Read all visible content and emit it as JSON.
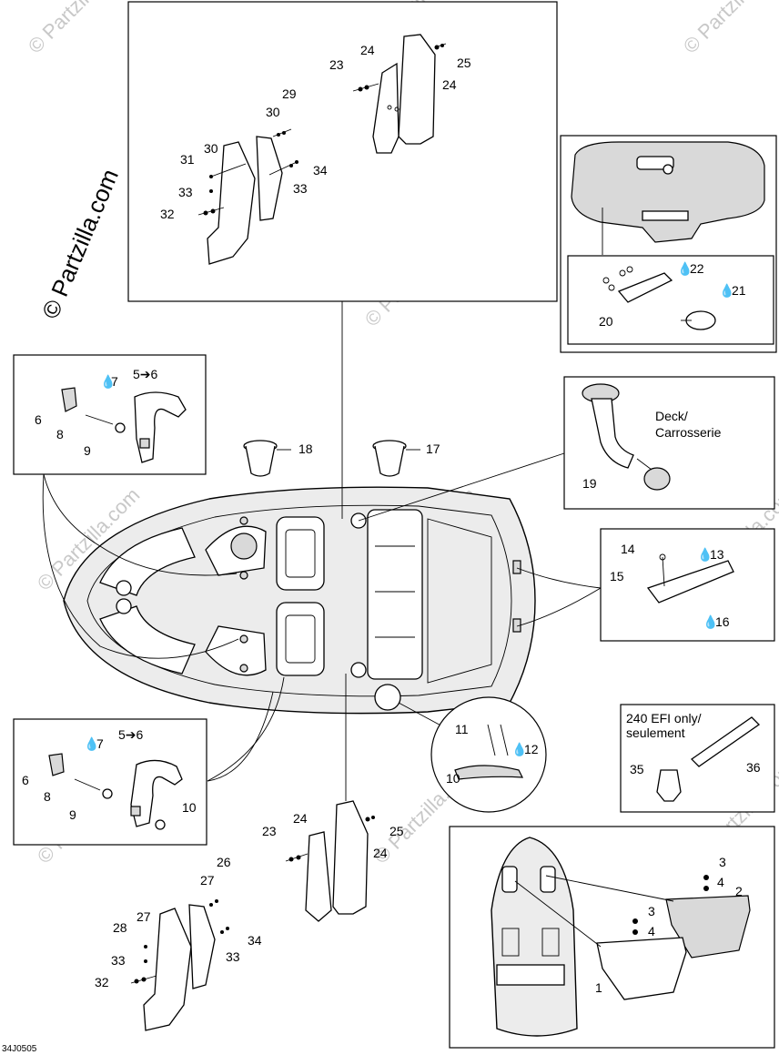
{
  "watermark": {
    "text": "© Partzilla.com",
    "ghost": "© Partzilla.com"
  },
  "footer_code": "34J0505",
  "drop_symbol": "💧",
  "labels": {
    "l1": "1",
    "l2": "2",
    "l3": "3",
    "l3b": "3",
    "l4": "4",
    "l4b": "4",
    "l5a": "5➔6",
    "l5b": "5➔6",
    "l6a": "6",
    "l6b": "6",
    "l7a": "7",
    "l7b": "7",
    "l8a": "8",
    "l8b": "8",
    "l9a": "9",
    "l9b": "9",
    "l10a": "10",
    "l10b": "10",
    "l11": "11",
    "l12": "12",
    "l13": "13",
    "l14": "14",
    "l15": "15",
    "l16": "16",
    "l17": "17",
    "l18": "18",
    "l19": "19",
    "l20": "20",
    "l21": "21",
    "l22": "22",
    "l23a": "23",
    "l23b": "23",
    "l24a": "24",
    "l24b": "24",
    "l24c": "24",
    "l24d": "24",
    "l25a": "25",
    "l25b": "25",
    "l26": "26",
    "l27a": "27",
    "l27b": "27",
    "l28": "28",
    "l29": "29",
    "l30a": "30",
    "l30b": "30",
    "l31": "31",
    "l32a": "32",
    "l32b": "32",
    "l33a": "33",
    "l33b": "33",
    "l33c": "33",
    "l33d": "33",
    "l34a": "34",
    "l34b": "34",
    "l35": "35",
    "l36": "36"
  },
  "deck_note": {
    "line1": "Deck/",
    "line2": "Carrosserie"
  },
  "efi_note": {
    "line1": "240 EFI only/",
    "line2": "seulement"
  }
}
